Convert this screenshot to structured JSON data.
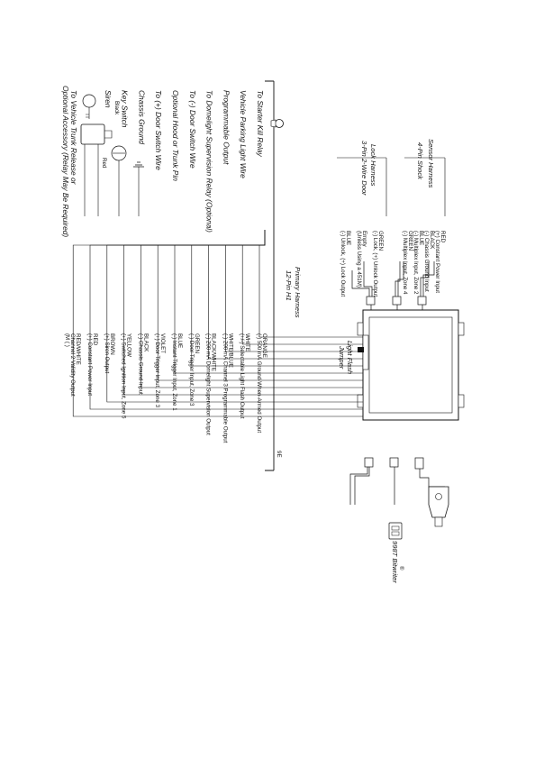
{
  "primary_harness": {
    "title_line1": "12-Pin H1",
    "title_line2": "Primary Harness",
    "code": "9E"
  },
  "wires": [
    {
      "color": "ORANGE",
      "func": "(-) 500 mA Ground-When-Armed Output",
      "dest": "To Starter Kill Relay"
    },
    {
      "color": "WHITE",
      "func": "(+/-) Selectable Light Flash Output",
      "dest": "Vehicle Parking Light Wire"
    },
    {
      "color": "WHITE/BLUE",
      "func": "(-) 200 mA Channel 3 Programmable Output",
      "dest": "Programmable Output"
    },
    {
      "color": "BLACK/WHITE",
      "func": "(-) 200 mA Domelight Supervision Output",
      "dest": "To Domelight Supervision Relay (Optional)"
    },
    {
      "color": "GREEN",
      "func": "(-) Door Trigger Input, Zone 3",
      "dest": "To (-) Door Switch Wire"
    },
    {
      "color": "BLUE",
      "func": "(-) Instant Trigger Input, Zone 1",
      "dest": "Optional Hood or Trunk Pin"
    },
    {
      "color": "VIOLET",
      "func": "(+) Door Trigger Input, Zone 3",
      "dest": "To (+) Door Switch Wire"
    },
    {
      "color": "BLACK",
      "func": "(-) Chassis Ground Input",
      "dest": "Chassis Ground"
    },
    {
      "color": "YELLOW",
      "func": "(+) Switched Ignition Input, Zone 5",
      "dest": "Key Switch"
    },
    {
      "color": "BROWN",
      "func": "(+) Siren Output",
      "dest": "Siren"
    },
    {
      "color": "RED",
      "func": "(+) Constant Power Input",
      "dest": ""
    },
    {
      "color": "RED/WHITE",
      "func": "Channel 2 Validity Output",
      "dest": "To Vehicle Trunk Release or"
    }
  ],
  "red_white_extra": "(M     (     )",
  "trunk_release_line2": "Optional Accessory (Relay May Be Required)",
  "shock_harness": {
    "title_line1": "4-Pin Shock",
    "title_line2": "Sensor Harness",
    "wires": [
      {
        "color": "RED",
        "func": "(+) Constant Power Input"
      },
      {
        "color": "BLACK",
        "func": "(-) Chassis Ground Input"
      },
      {
        "color": "BLUE",
        "func": "(-) Multiplex Input, Zone 2"
      },
      {
        "color": "GREEN",
        "func": "(-) Multiplex Input, Zone 4"
      }
    ]
  },
  "lock_harness": {
    "title_line1": "3-Pin 2-Wire Door",
    "title_line2": "Lock Harness",
    "wires": [
      {
        "color": "GREEN",
        "func": "(-) Lock, (+) Unlock Output"
      },
      {
        "color": "Empty",
        "func": "(Unless Using a 451M)"
      },
      {
        "color": "BLUE",
        "func": "(-) Unlock, (+) Lock Output"
      }
    ]
  },
  "light_flash_jumper": {
    "line1": "Light Flash",
    "line2": "Jumper"
  },
  "bitwriter_label": "998T Bitwriter",
  "trademark": "®",
  "siren_labels": {
    "black": "Black",
    "red": "Red"
  }
}
